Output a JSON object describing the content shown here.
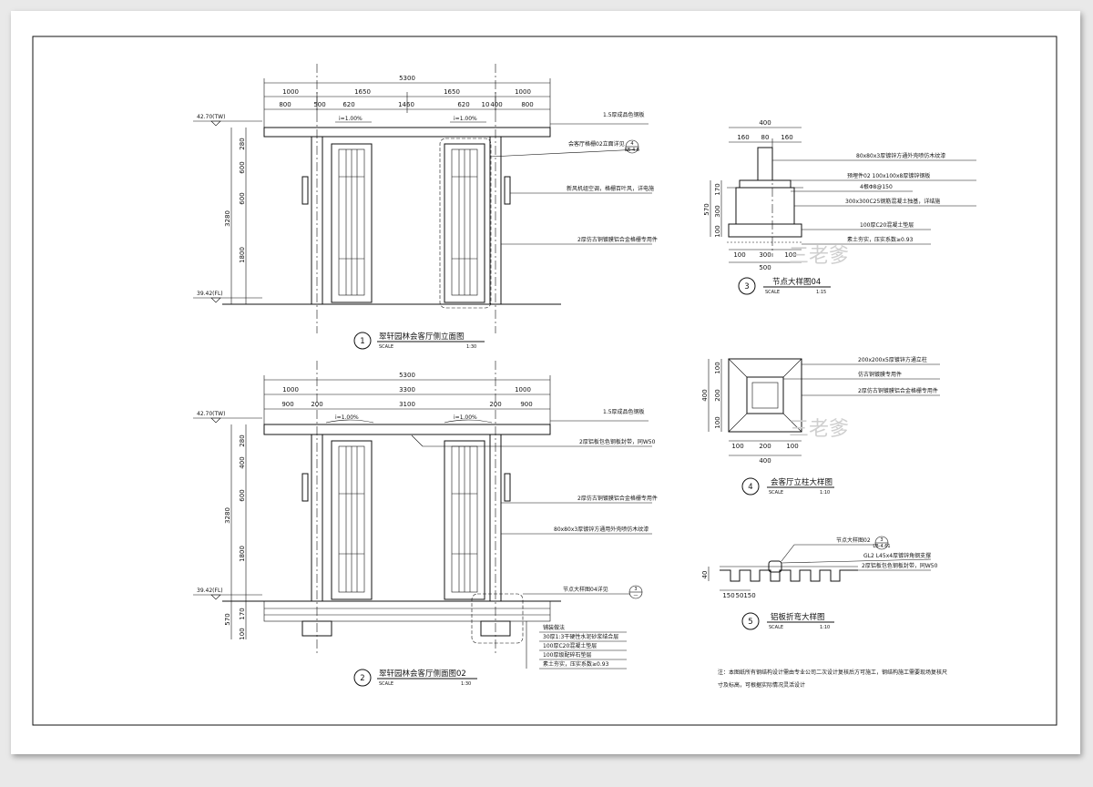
{
  "views": [
    {
      "number": "1",
      "title": "翠轩园林会客厅侧立面图",
      "scale_label": "SCALE",
      "scale": "1:30",
      "levels": {
        "top": "42.70(TW)",
        "bottom": "39.42(FL)"
      },
      "dims_top": [
        "5300",
        "1000",
        "1650",
        "1650",
        "1000"
      ],
      "dims_sub": [
        "800",
        "500",
        "620",
        "1460",
        "620",
        "10",
        "400",
        "800"
      ],
      "slope_left": "i=1.00%",
      "slope_right": "i=1.00%",
      "dims_left": [
        "280",
        "600",
        "600",
        "1800",
        "3280"
      ],
      "callouts": [
        "1.5厚成品色钢板",
        "会客厅格栅02立面详见",
        "新风机组空调，格栅百叶风，详电施",
        "2厚仿古铜镀膜铝合金格栅专用件"
      ],
      "ref": {
        "num": "4",
        "sheet": "LB-4.6"
      }
    },
    {
      "number": "2",
      "title": "翠轩园林会客厅侧面图02",
      "scale_label": "SCALE",
      "scale": "1:30",
      "levels": {
        "top": "42.70(TW)",
        "bottom": "39.42(FL)"
      },
      "dims_top": [
        "5300",
        "1000",
        "3300",
        "1000"
      ],
      "dims_sub": [
        "900",
        "200",
        "3100",
        "200",
        "900"
      ],
      "slope_left": "i=1.00%",
      "slope_right": "i=1.00%",
      "dims_left": [
        "280",
        "400",
        "600",
        "1800",
        "3280",
        "570",
        "170",
        "100"
      ],
      "callouts": [
        "1.5厚成品色钢板",
        "2厚铝板包色钢板封带，同W50",
        "2厚仿古铜镀膜铝合金格栅专用件",
        "80x80x3厚镀锌方通用外壳喷仿木纹漆",
        "节点大样图04详见"
      ],
      "ref": {
        "num": "3",
        "sheet": "—"
      },
      "table": [
        "铺装做法",
        "30厚1:3干硬性水泥砂浆结合层",
        "100厚C20混凝土垫层",
        "100厚级配碎石垫层",
        "素土夯实，压实系数≥0.93"
      ]
    },
    {
      "number": "3",
      "title": "节点大样图04",
      "scale_label": "SCALE",
      "scale": "1:15",
      "dims_top": [
        "400",
        "160",
        "80",
        "160"
      ],
      "dims_left": [
        "570",
        "170",
        "300",
        "100"
      ],
      "dims_bottom": [
        "100",
        "300",
        "100",
        "500"
      ],
      "callouts": [
        "80x80x3厚镀锌方通外壳喷仿木纹漆",
        "预埋件02 100x100x8厚镀锌钢板",
        "4根Φ8@150",
        "300x300C25钢筋混凝土独基，详结施",
        "100厚C20混凝土垫层",
        "素土夯实，压实系数≥0.93"
      ]
    },
    {
      "number": "4",
      "title": "会客厅立柱大样图",
      "scale_label": "SCALE",
      "scale": "1:10",
      "dims_left": [
        "400",
        "100",
        "200",
        "100"
      ],
      "dims_bottom": [
        "100",
        "200",
        "100",
        "400"
      ],
      "callouts": [
        "200x200x5厚镀锌方通立柱",
        "仿古铜镀膜专用件",
        "2厚仿古铜镀膜铝合金格栅专用件"
      ]
    },
    {
      "number": "5",
      "title": "铝板折弯大样图",
      "scale_label": "SCALE",
      "scale": "1:10",
      "dims_left": [
        "40"
      ],
      "dims_bottom": [
        "150",
        "50",
        "150"
      ],
      "callouts": [
        "节点大样图02",
        "GL2 L45x4厚镀锌角钢支撑",
        "2厚铝板包色钢板封带，同W50"
      ],
      "ref": {
        "num": "3",
        "sheet": "LB-4.61"
      }
    }
  ],
  "notes": [
    "注：本图纸所有钢结构设计需由专业公司二次设计复核后方可施工，钢结构施工需要现场复核尺",
    "寸及标高，可根据实际情况灵活设计"
  ],
  "watermark": "三老爹"
}
